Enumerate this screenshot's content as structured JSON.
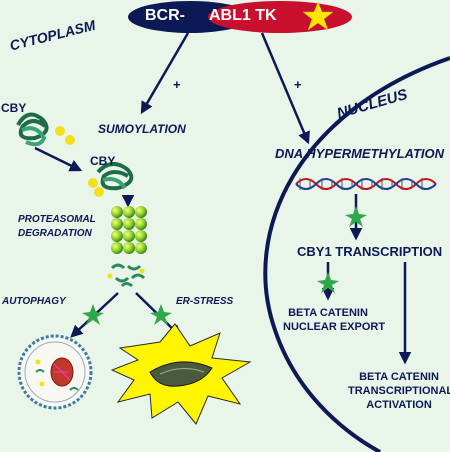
{
  "header": {
    "label_left": "BCR-",
    "label_right": "ABL1 TK"
  },
  "regions": {
    "cytoplasm": "CYTOPLASM",
    "nucleus": "NUCLEUS"
  },
  "arrows": {
    "plus_left": "+",
    "plus_right": "+"
  },
  "cytoplasm": {
    "cby_top": "CBY",
    "sumoylation": "SUMOYLATION",
    "cby_mid": "CBY",
    "proteasomal": "PROTEASOMAL",
    "degradation": "DEGRADATION",
    "autophagy": "AUTOPHAGY",
    "er_stress": "ER-STRESS"
  },
  "nucleus": {
    "dna_hypermethylation": "DNA HYPERMETHYLATION",
    "cby1_transcription": "CBY1 TRANSCRIPTION",
    "export_line1": "BETA CATENIN",
    "export_line2": "NUCLEAR EXPORT",
    "activation_line1": "BETA CATENIN",
    "activation_line2": "TRANSCRIPTIONAL",
    "activation_line3": "ACTIVATION"
  },
  "colors": {
    "background": "#eaf5ea",
    "navy": "#0b1a55",
    "red": "#c8102e",
    "star_yellow": "#ffe600",
    "inhibit_green": "#2ea84a",
    "sumo_yellow": "#f2e11a"
  }
}
